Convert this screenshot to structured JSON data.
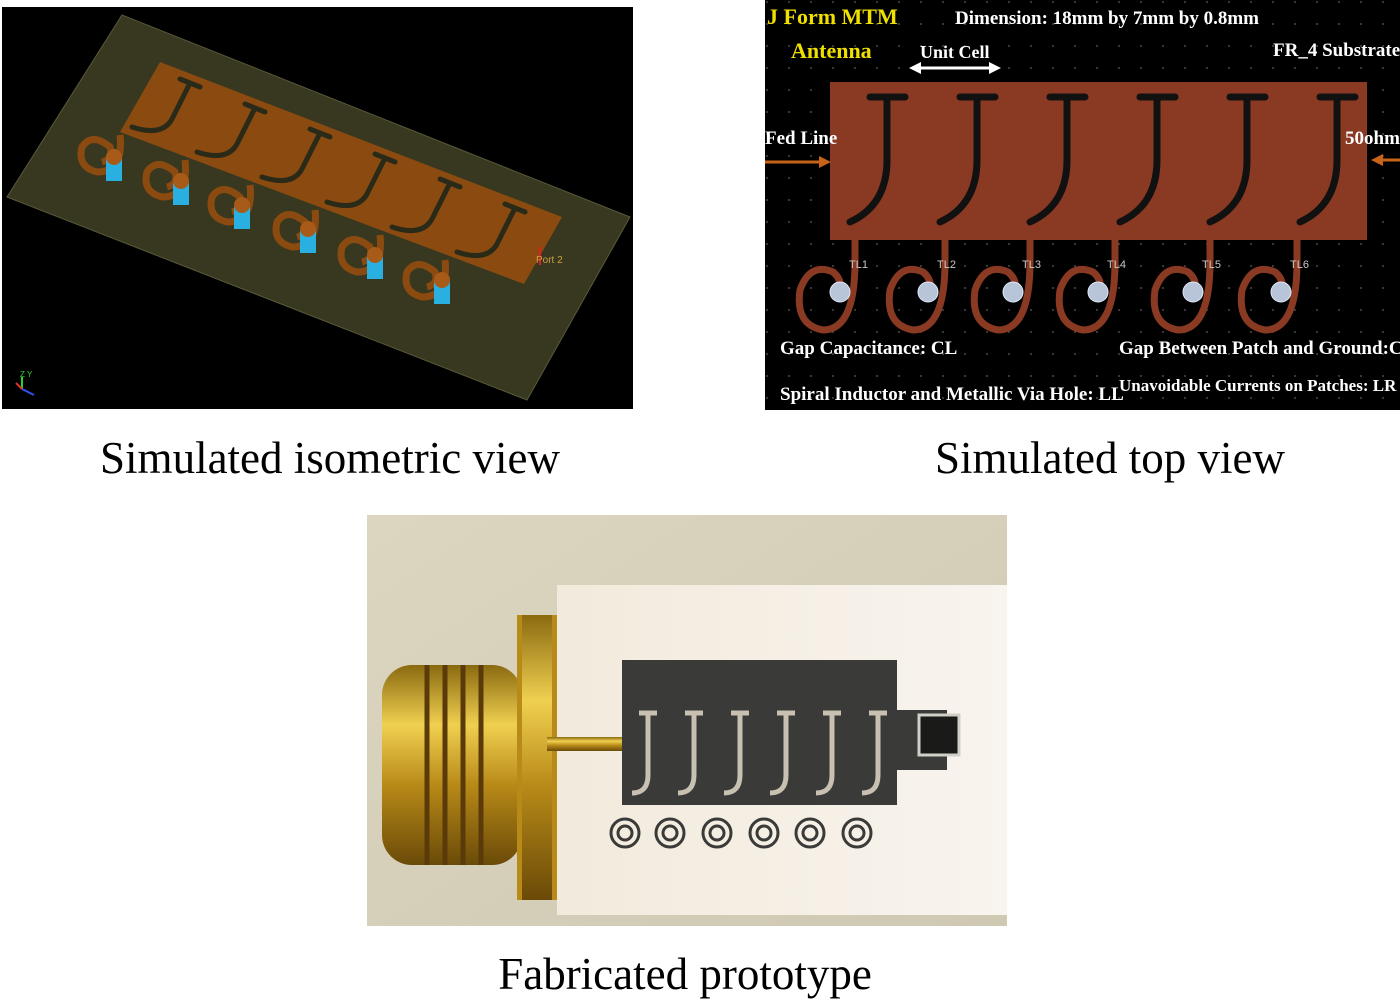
{
  "captions": {
    "isometric": "Simulated isometric view",
    "top": "Simulated top view",
    "prototype": "Fabricated prototype"
  },
  "iso_view": {
    "port_label": "Port 2",
    "axis_label": "Z Y"
  },
  "top_view": {
    "title_line1": "J Form MTM",
    "title_line2": "Antenna",
    "dimension": "Dimension: 18mm by 7mm by 0.8mm",
    "unit_cell": "Unit Cell",
    "substrate": "FR_4 Substrate",
    "fed_line": "Fed Line",
    "ohm": "50ohm",
    "gap_cl": "Gap Capacitance: CL",
    "gap_cr": "Gap Between Patch and Ground:CR",
    "spiral_ll": "Spiral Inductor and Metallic Via Hole: LL",
    "currents_lr": "Unavoidable Currents on Patches: LR",
    "tl_labels": [
      "TL1",
      "TL2",
      "TL3",
      "TL4",
      "TL5",
      "TL6"
    ],
    "colors": {
      "patch": "#8a3a22",
      "background": "#000000",
      "title": "#f0e000",
      "arrow": "#c86418"
    }
  }
}
